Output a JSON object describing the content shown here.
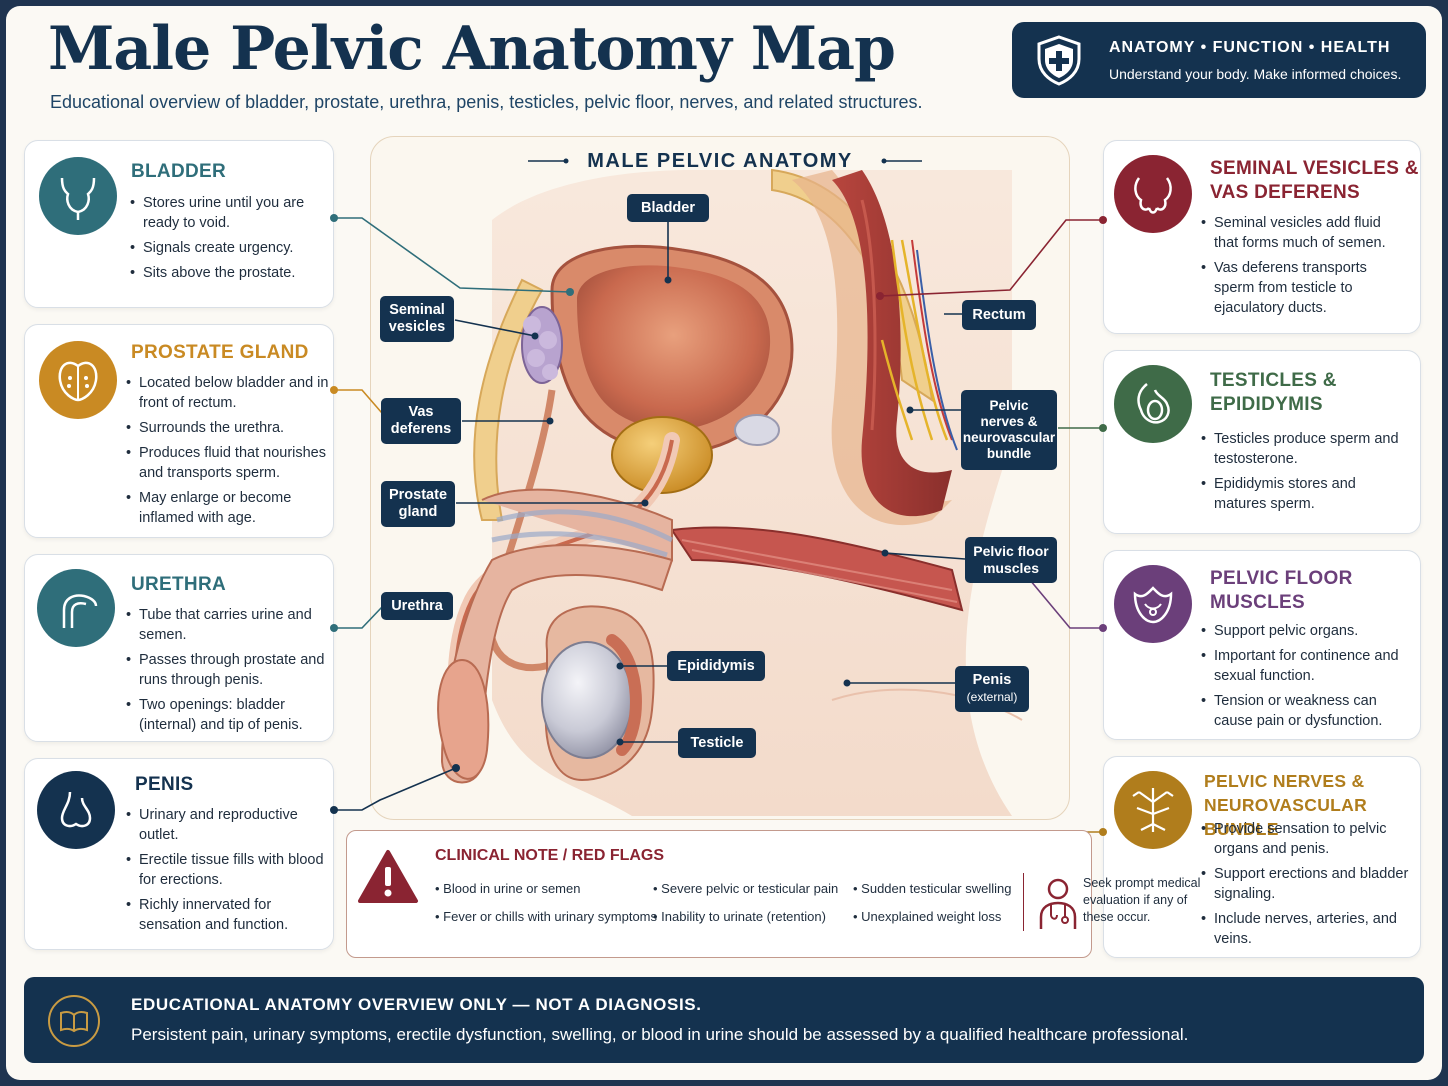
{
  "header": {
    "title": "Male Pelvic Anatomy Map",
    "subtitle": "Educational overview of bladder, prostate, urethra, penis, testicles, pelvic floor, nerves, and related structures."
  },
  "brand": {
    "tagline": "ANATOMY • FUNCTION • HEALTH",
    "subtitle": "Understand your body. Make informed choices.",
    "icon": "shield-plus-icon"
  },
  "diagram": {
    "title": "MALE PELVIC ANATOMY"
  },
  "left_cards": [
    {
      "title": "BLADDER",
      "icon": "bladder-icon",
      "color": "#2f6e7a",
      "bullets": [
        "Stores urine until you are ready to void.",
        "Signals create urgency.",
        "Sits above the prostate."
      ]
    },
    {
      "title": "PROSTATE GLAND",
      "icon": "prostate-icon",
      "color": "#c98a23",
      "bullets": [
        "Located below bladder and in front of rectum.",
        "Surrounds the urethra.",
        "Produces fluid that nourishes and transports sperm.",
        "May enlarge or become inflamed with age."
      ]
    },
    {
      "title": "URETHRA",
      "icon": "urethra-icon",
      "color": "#2f6e7a",
      "bullets": [
        "Tube that carries urine and semen.",
        "Passes through prostate and runs through penis.",
        "Two openings: bladder (internal) and tip of penis."
      ]
    },
    {
      "title": "PENIS",
      "icon": "penis-icon",
      "color": "#14324f",
      "bullets": [
        "Urinary and reproductive outlet.",
        "Erectile tissue fills with blood for erections.",
        "Richly innervated for sensation and function."
      ]
    }
  ],
  "right_cards": [
    {
      "title_lines": [
        "SEMINAL VESICLES &",
        "VAS DEFERENS"
      ],
      "icon": "seminal-vesicles-icon",
      "color": "#8a2432",
      "bullets": [
        "Seminal vesicles add fluid that forms much of semen.",
        "Vas deferens transports sperm from testicle to ejaculatory ducts."
      ]
    },
    {
      "title_lines": [
        "TESTICLES &",
        "EPIDIDYMIS"
      ],
      "icon": "testicle-icon",
      "color": "#3f6b48",
      "bullets": [
        "Testicles produce sperm and testosterone.",
        "Epididymis stores and matures sperm."
      ]
    },
    {
      "title_lines": [
        "PELVIC FLOOR",
        "MUSCLES"
      ],
      "icon": "pelvic-floor-icon",
      "color": "#6b3f7a",
      "bullets": [
        "Support pelvic organs.",
        "Important for continence and sexual function.",
        "Tension or weakness can cause pain or dysfunction."
      ]
    },
    {
      "title_lines": [
        "PELVIC NERVES &",
        "NEUROVASCULAR BUNDLE"
      ],
      "icon": "nerve-icon",
      "color": "#b07d1c",
      "bullets": [
        "Provide sensation to pelvic organs and penis.",
        "Support erections and bladder signaling.",
        "Include nerves, arteries, and veins."
      ]
    }
  ],
  "labels": {
    "bladder": "Bladder",
    "seminal_vesicles": [
      "Seminal",
      "vesicles"
    ],
    "vas_deferens": [
      "Vas",
      "deferens"
    ],
    "prostate": [
      "Prostate",
      "gland"
    ],
    "urethra": "Urethra",
    "epididymis": "Epididymis",
    "testicle": "Testicle",
    "rectum": "Rectum",
    "pelvic_nerves": [
      "Pelvic",
      "nerves &",
      "neurovascular",
      "bundle"
    ],
    "pelvic_floor": [
      "Pelvic floor",
      "muscles"
    ],
    "penis_external": [
      "Penis",
      "(external)"
    ]
  },
  "clinical": {
    "title": "CLINICAL NOTE / RED FLAGS",
    "flags": [
      "Blood in urine or semen",
      "Severe pelvic or testicular pain",
      "Sudden testicular swelling",
      "Fever or chills with urinary symptoms",
      "Inability to urinate (retention)",
      "Unexplained weight loss"
    ],
    "seek": "Seek prompt medical evaluation if any of these occur.",
    "icons": [
      "warning-icon",
      "doctor-icon"
    ],
    "color": "#8a2432"
  },
  "footer": {
    "heading": "EDUCATIONAL ANATOMY OVERVIEW ONLY — NOT A DIAGNOSIS.",
    "text": "Persistent pain, urinary symptoms, erectile dysfunction, swelling, or blood in urine should be assessed by a qualified healthcare professional.",
    "icon": "book-icon"
  },
  "colors": {
    "navy": "#14324f",
    "background": "#fbf9f4"
  }
}
